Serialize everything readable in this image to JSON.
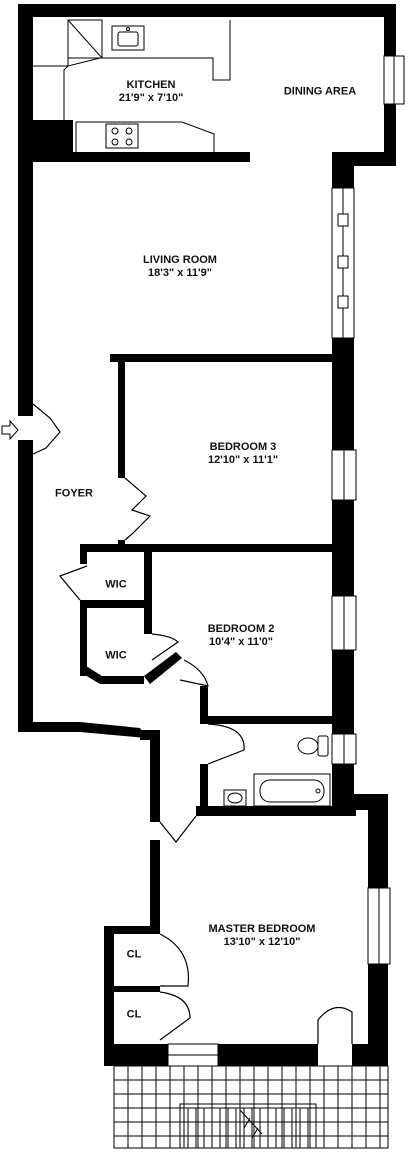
{
  "rooms": {
    "kitchen": {
      "name": "KITCHEN",
      "dim": "21'9\" x 7'10\""
    },
    "dining": {
      "name": "DINING AREA"
    },
    "living": {
      "name": "LIVING ROOM",
      "dim": "18'3\" x 11'9\""
    },
    "bedroom3": {
      "name": "BEDROOM 3",
      "dim": "12'10\" x 11'1\""
    },
    "foyer": {
      "name": "FOYER"
    },
    "wic1": {
      "name": "WIC"
    },
    "wic2": {
      "name": "WIC"
    },
    "bedroom2": {
      "name": "BEDROOM 2",
      "dim": "10'4\" x 11'0\""
    },
    "master": {
      "name": "MASTER BEDROOM",
      "dim": "13'10\" x 12'10\""
    },
    "cl1": {
      "name": "CL"
    },
    "cl2": {
      "name": "CL"
    }
  },
  "icons": {
    "entry": "entry-arrow-icon",
    "sink": "sink-icon",
    "stove": "stove-icon",
    "toilet": "toilet-icon",
    "bathtub": "bathtub-icon",
    "bath_sink": "bath-sink-icon"
  }
}
